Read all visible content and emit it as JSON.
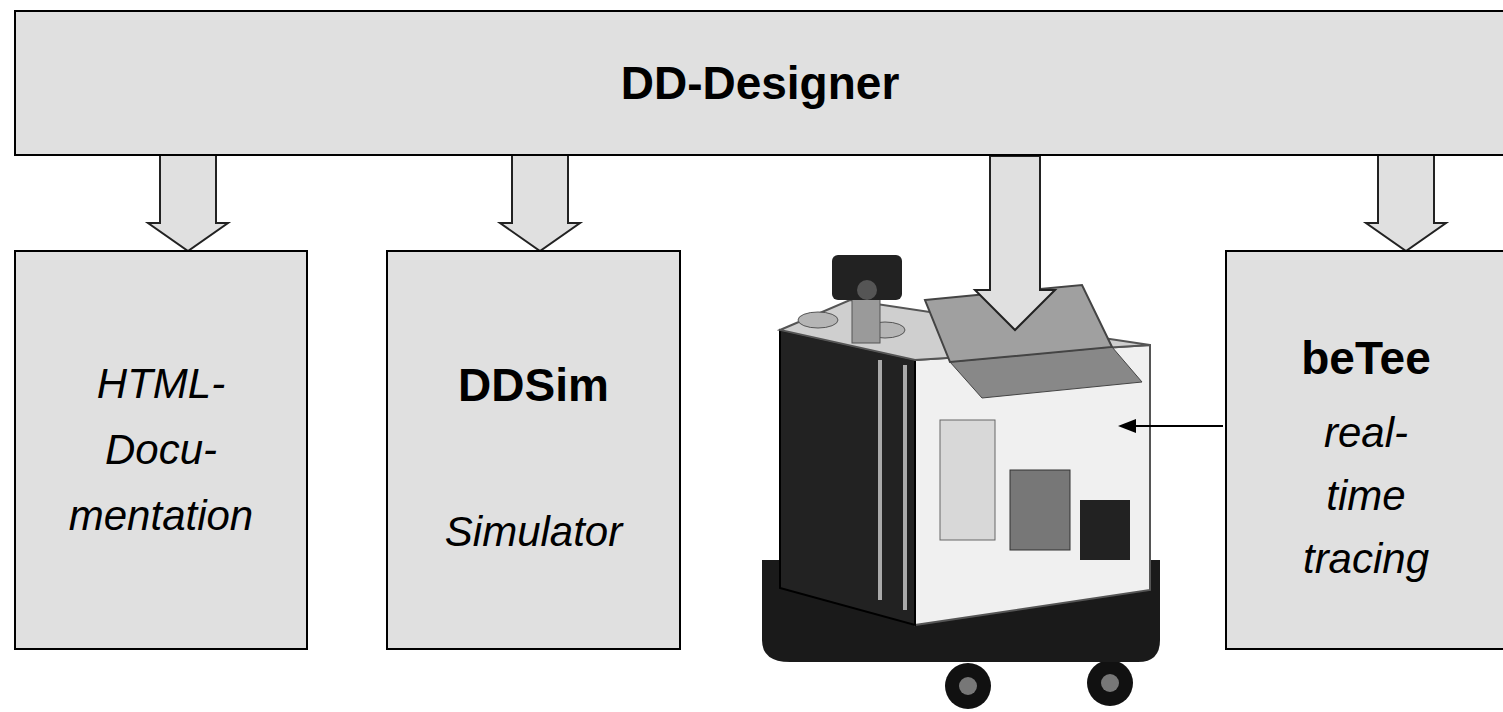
{
  "diagram": {
    "nodes": [
      {
        "text": [
          "DD-Designer"
        ]
      },
      {
        "text": [
          "HTML- Docu- mentation"
        ]
      },
      {
        "text": [
          "DDSim",
          "Simulator"
        ]
      },
      {
        "text": [
          "beTee",
          "real- time tracing"
        ]
      }
    ],
    "edges": [
      {
        "from": 0,
        "to": 1,
        "arrow": "to"
      },
      {
        "from": 0,
        "to": 2,
        "arrow": "to"
      },
      {
        "from": 0,
        "to": 3,
        "arrow": "to"
      }
    ]
  }
}
